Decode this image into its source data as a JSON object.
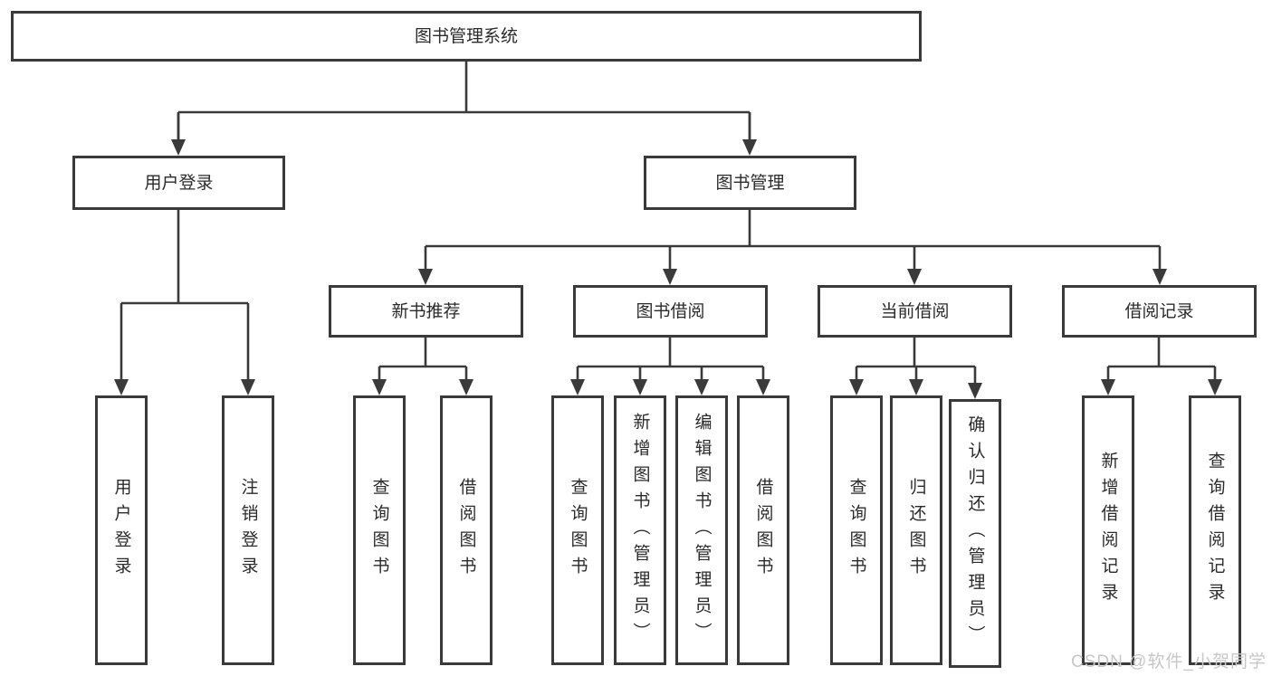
{
  "tree": {
    "label": "图书管理系统",
    "children": [
      {
        "label": "用户登录",
        "children": [
          {
            "label": "用户登录"
          },
          {
            "label": "注销登录"
          }
        ]
      },
      {
        "label": "图书管理",
        "children": [
          {
            "label": "新书推荐",
            "children": [
              {
                "label": "查询图书"
              },
              {
                "label": "借阅图书"
              }
            ]
          },
          {
            "label": "图书借阅",
            "children": [
              {
                "label": "查询图书"
              },
              {
                "label": "新增图书（管理员）"
              },
              {
                "label": "编辑图书（管理员）"
              },
              {
                "label": "借阅图书"
              }
            ]
          },
          {
            "label": "当前借阅",
            "children": [
              {
                "label": "查询图书"
              },
              {
                "label": "归还图书"
              },
              {
                "label": "确认归还（管理员）"
              }
            ]
          },
          {
            "label": "借阅记录",
            "children": [
              {
                "label": "新增借阅记录"
              },
              {
                "label": "查询借阅记录"
              }
            ]
          }
        ]
      }
    ]
  },
  "watermark": {
    "text": "CSDN @软件_小贺同学"
  },
  "colors": {
    "line": "#3a3a3a",
    "text": "#2b2b2b",
    "watermark": "#c7c7c7",
    "background": "#ffffff"
  }
}
